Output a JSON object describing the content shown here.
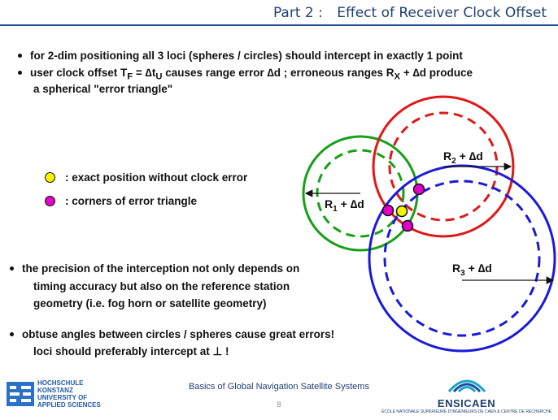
{
  "header": {
    "part": "Part 2 :",
    "title": "Effect of Receiver Clock Offset"
  },
  "bullets_top": [
    "for 2-dim positioning all 3 loci (spheres / circles) should intercept in exactly 1 point",
    "user clock offset T",
    "F",
    " = ∆t",
    "U",
    " causes range error ∆d ;  erroneous ranges R",
    "X",
    " + ∆d produce",
    "a spherical \"error triangle\""
  ],
  "legend": {
    "exact": ":  exact position without clock error",
    "corners": ":  corners of error triangle"
  },
  "bullets_bottom": {
    "b1_line1": "the precision of the interception not only depends on",
    "b1_line2": "timing accuracy but also on the reference station",
    "b1_line3": "geometry (i.e. fog horn or satellite geometry)",
    "b2_line1": "obtuse angles between circles / spheres cause great errors!",
    "b2_line2": "loci should preferably intercept at ⊥ !"
  },
  "diagram": {
    "r1": {
      "pre": "R",
      "sub": "1",
      "post": " + ∆d"
    },
    "r2": {
      "pre": "R",
      "sub": "2",
      "post": " + ∆d"
    },
    "r3": {
      "pre": "R",
      "sub": "3",
      "post": " + ∆d"
    },
    "colors": {
      "green": "#16a016",
      "red": "#e01818",
      "blue": "#1a1ad8",
      "yellow": "#f5f500",
      "magenta": "#e000c8"
    }
  },
  "footer": {
    "course": "Basics of Global Navigation Satellite Systems",
    "page": "8",
    "left_logo_lines": [
      "HOCHSCHULE",
      "KONSTANZ",
      "UNIVERSITY OF",
      "APPLIED SCIENCES"
    ],
    "right_logo_name": "ENSICAEN",
    "right_logo_sub": "ÉCOLE NATIONALE SUPÉRIEURE D'INGÉNIEURS DE CAEN & CENTRE DE RECHERCHE"
  }
}
